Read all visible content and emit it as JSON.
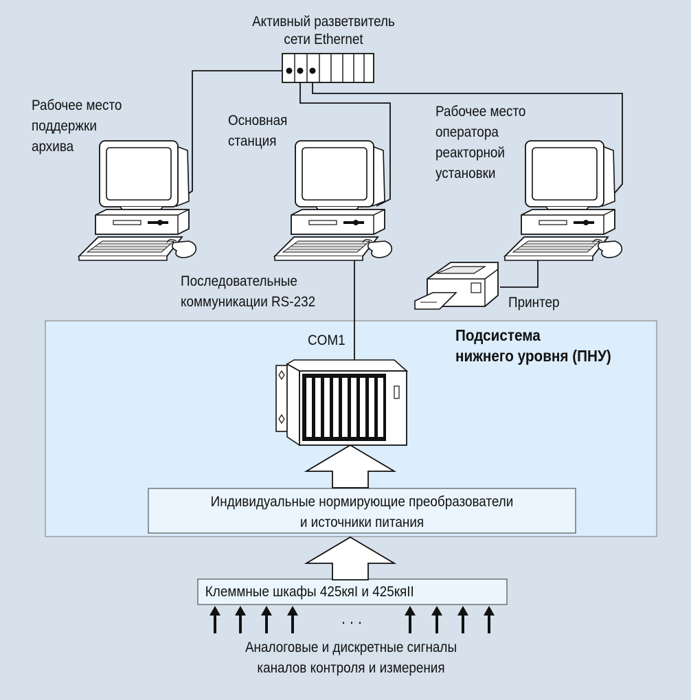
{
  "colors": {
    "background": "#d6e1ec",
    "subsystem_fill": "#dcedfb",
    "box_fill": "#eaf5fd",
    "line": "#111111"
  },
  "labels": {
    "hub": [
      "Активный разветвитель",
      "сети Ethernet"
    ],
    "archive_workstation": [
      "Рабочее место",
      "поддержки",
      "архива"
    ],
    "main_station": [
      "Основная",
      "станция"
    ],
    "operator_workstation": [
      "Рабочее место",
      "оператора",
      "реакторной",
      "установки"
    ],
    "serial_comms": [
      "Последовательные",
      "коммуникации RS-232"
    ],
    "printer": "Принтер",
    "com_port": "COM1",
    "subsystem": [
      "Подсистема",
      "нижнего уровня (ПНУ)"
    ],
    "converters": [
      "Индивидуальные нормирующие преобразователи",
      "и источники питания"
    ],
    "terminal_cabinets": "Клеммные шкафы 425кяI и 425кяII",
    "signals": [
      "Аналоговые и дискретные сигналы",
      "каналов контроля и измерения"
    ],
    "ellipsis": ". . ."
  },
  "icons": {
    "hub": "ethernet-hub-icon",
    "computer": "desktop-computer-icon",
    "printer": "printer-icon",
    "controller": "controller-rack-icon",
    "arrow": "up-arrow-icon"
  }
}
